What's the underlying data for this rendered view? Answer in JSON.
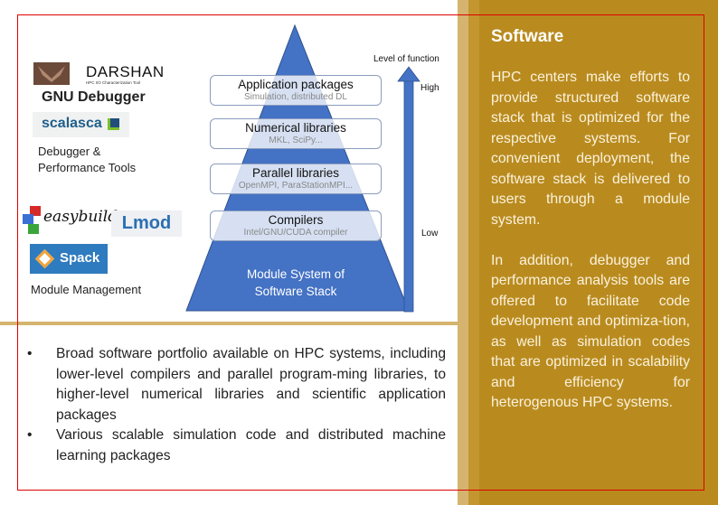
{
  "colors": {
    "panel": "#b98b1f",
    "strip_light": "#d4b46e",
    "pyramid": "#4472c4",
    "border": "#e00000"
  },
  "logos": {
    "darshan": {
      "name": "DARSHAN",
      "tagline": "HPC I/O Characterization Tool"
    },
    "gnu_debugger": "GNU Debugger",
    "scalasca": "scalasca",
    "easybuild": "easybuild",
    "lmod": "Lmod",
    "spack": "Spack"
  },
  "left": {
    "debug_label_1": "Debugger &",
    "debug_label_2": "Performance Tools",
    "module_label": "Module Management"
  },
  "pyramid": {
    "layers": [
      {
        "title": "Application packages",
        "subtitle": "Simulation, distributed DL"
      },
      {
        "title": "Numerical libraries",
        "subtitle": "MKL, SciPy..."
      },
      {
        "title": "Parallel libraries",
        "subtitle": "OpenMPI, ParaStationMPI..."
      },
      {
        "title": "Compilers",
        "subtitle": "Intel/GNU/CUDA compiler"
      }
    ],
    "base_line1": "Module System of",
    "base_line2": "Software Stack",
    "arrow_label": "Level of function",
    "high": "High",
    "low": "Low"
  },
  "bullets": [
    "Broad software portfolio available on HPC systems, including lower-level compilers and parallel program-ming libraries, to higher-level numerical libraries and scientific application packages",
    "Various scalable simulation code and distributed machine learning packages"
  ],
  "right": {
    "title": "Software",
    "para1": "HPC centers make efforts to provide structured software stack that is optimized for the respective systems. For convenient deployment, the software stack is delivered to users through a module system.",
    "para2": "In addition, debugger and performance analysis tools are offered to facilitate code development and optimiza-tion, as well as simulation codes that are optimized in scalability and efficiency for heterogenous HPC systems."
  }
}
